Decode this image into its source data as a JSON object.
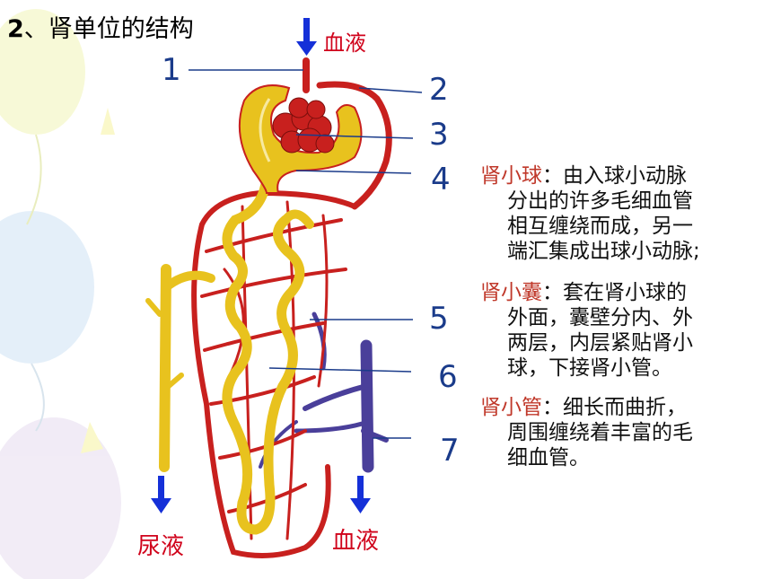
{
  "title": {
    "prefix": "2",
    "text": "、肾单位的结构"
  },
  "flow_labels": {
    "blood_in": "血液",
    "urine": "尿液",
    "blood_out": "血液"
  },
  "callouts": [
    "1",
    "2",
    "3",
    "4",
    "5",
    "6",
    "7"
  ],
  "descriptions": [
    {
      "term": "肾小球",
      "lines": [
        "：由入球小动脉",
        "分出的许多毛细血管",
        "相互缠绕而成，另一",
        "端汇集成出球小动脉;"
      ]
    },
    {
      "term": "肾小囊",
      "lines": [
        "：套在肾小球的",
        "外面，囊壁分内、外",
        "两层，内层紧贴肾小",
        "球，下接肾小管。"
      ]
    },
    {
      "term": "肾小管",
      "lines": [
        "：细长而曲折，",
        "周围缠绕着丰富的毛",
        "细血管。"
      ]
    }
  ],
  "colors": {
    "artery": "#c8201e",
    "vein": "#4a3f9a",
    "tubule": "#e8c21e",
    "arrow": "#1530d8",
    "callout": "#1a3b8a"
  }
}
